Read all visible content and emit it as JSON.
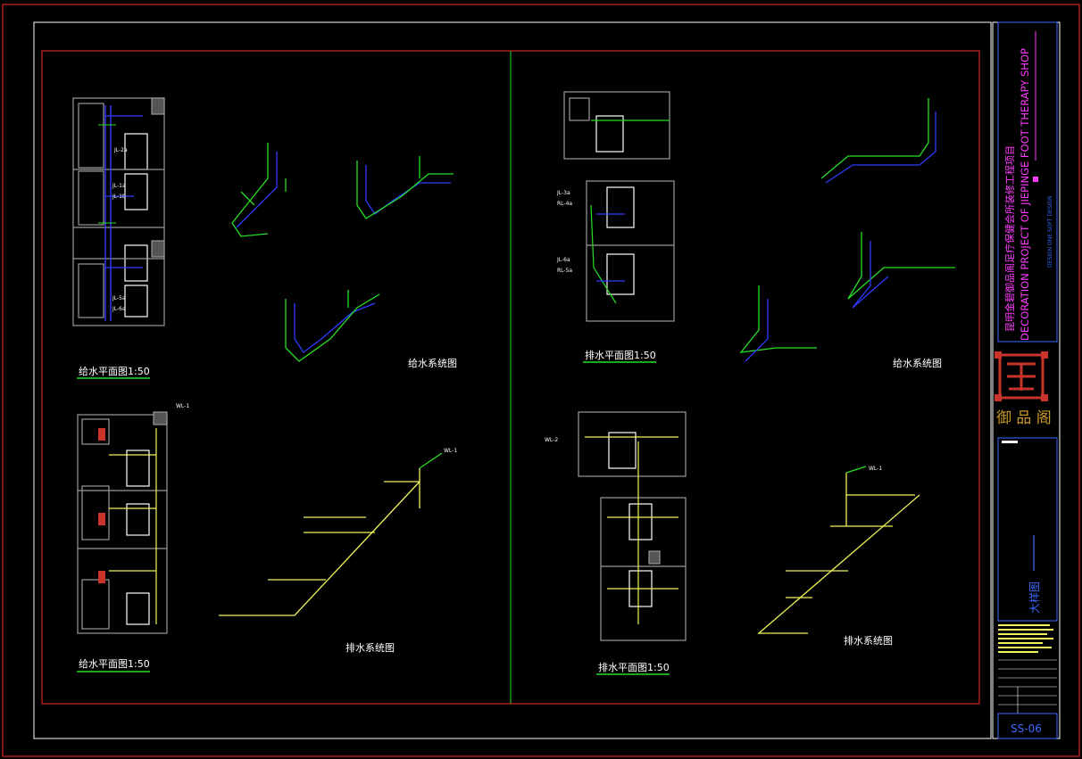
{
  "sheet": {
    "project_cn": "昆明金碧御品阁足疗保健会所装修工程项目",
    "project_en": "DECORATION PROJECT OF JIEPINGE FOOT THERAPY SHOP",
    "designer_small": "DESIGN ONE SOFT DESIGN",
    "brand_name": "御 品 阁",
    "drawing_title": "大样图",
    "sheet_no": "SS-06"
  },
  "left_panel": {
    "supply_plan_top_caption": "给水平面图1:50",
    "supply_system_caption": "给水系统图",
    "supply_plan_bottom_caption": "给水平面图1:50",
    "drain_system_caption": "排水系统图",
    "plan_top_labels": [
      "JL-2a",
      "JL-1a",
      "JL-1b",
      "JL-5a",
      "JL-6a"
    ],
    "plan_bottom_tags": [
      "WL-1"
    ],
    "drain_tag": "WL-1"
  },
  "right_panel": {
    "drain_plan_top_caption": "排水平面图1:50",
    "supply_system_caption": "给水系统图",
    "drain_plan_bottom_caption": "排水平面图1:50",
    "drain_system_caption": "排水系统图",
    "plan_labels": [
      "JL-3a",
      "RL-4a",
      "JL-6a",
      "RL-5a"
    ],
    "drain_left_tag": "WL-2",
    "drain_right_tag": "WL-1"
  },
  "colors": {
    "frame_red": "#ff2a2a",
    "frame_white": "#ffffff",
    "pipe_supply": "#2f3bff",
    "pipe_green": "#26e026",
    "pipe_drain": "#f2f25a",
    "titleblock_blue": "#3a6bff",
    "title_magenta": "#ff3cff",
    "logo_red": "#c8342c"
  }
}
